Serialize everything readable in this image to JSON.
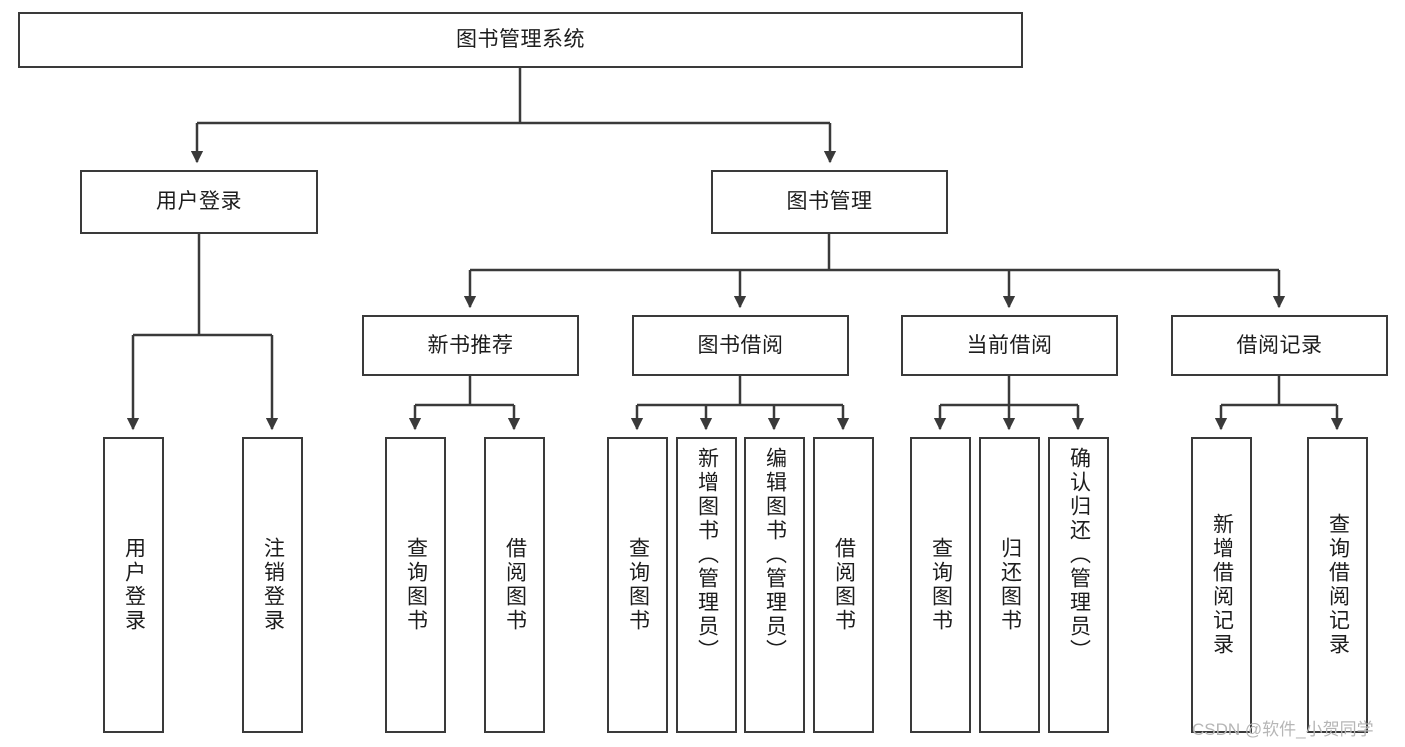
{
  "diagram": {
    "type": "tree-hierarchy",
    "title": "图书管理系统",
    "watermark": "CSDN @软件_小贺同学",
    "nodes": {
      "root": {
        "label": "图书管理系统",
        "level": 1
      },
      "l2": [
        {
          "id": "user-login",
          "label": "用户登录"
        },
        {
          "id": "book-manage",
          "label": "图书管理"
        }
      ],
      "l3": [
        {
          "id": "new-book-rec",
          "label": "新书推荐"
        },
        {
          "id": "book-borrow",
          "label": "图书借阅"
        },
        {
          "id": "current-borrow",
          "label": "当前借阅"
        },
        {
          "id": "borrow-record",
          "label": "借阅记录"
        }
      ],
      "leaves": {
        "user-login": [
          {
            "id": "leaf-user-login",
            "label": "用户登录"
          },
          {
            "id": "leaf-logout",
            "label": "注销登录"
          }
        ],
        "new-book-rec": [
          {
            "id": "leaf-query-book-1",
            "label": "查询图书"
          },
          {
            "id": "leaf-borrow-book-1",
            "label": "借阅图书"
          }
        ],
        "book-borrow": [
          {
            "id": "leaf-query-book-2",
            "label": "查询图书"
          },
          {
            "id": "leaf-add-book",
            "label": "新增图书（管理员）"
          },
          {
            "id": "leaf-edit-book",
            "label": "编辑图书（管理员）"
          },
          {
            "id": "leaf-borrow-book-2",
            "label": "借阅图书"
          }
        ],
        "current-borrow": [
          {
            "id": "leaf-query-book-3",
            "label": "查询图书"
          },
          {
            "id": "leaf-return-book",
            "label": "归还图书"
          },
          {
            "id": "leaf-confirm-return",
            "label": "确认归还（管理员）"
          }
        ],
        "borrow-record": [
          {
            "id": "leaf-add-record",
            "label": "新增借阅记录"
          },
          {
            "id": "leaf-query-record",
            "label": "查询借阅记录"
          }
        ]
      }
    },
    "colors": {
      "stroke": "#3a3a3a",
      "text": "#1d1d1d",
      "background": "#ffffff",
      "watermark": "#b6b6b6"
    }
  }
}
